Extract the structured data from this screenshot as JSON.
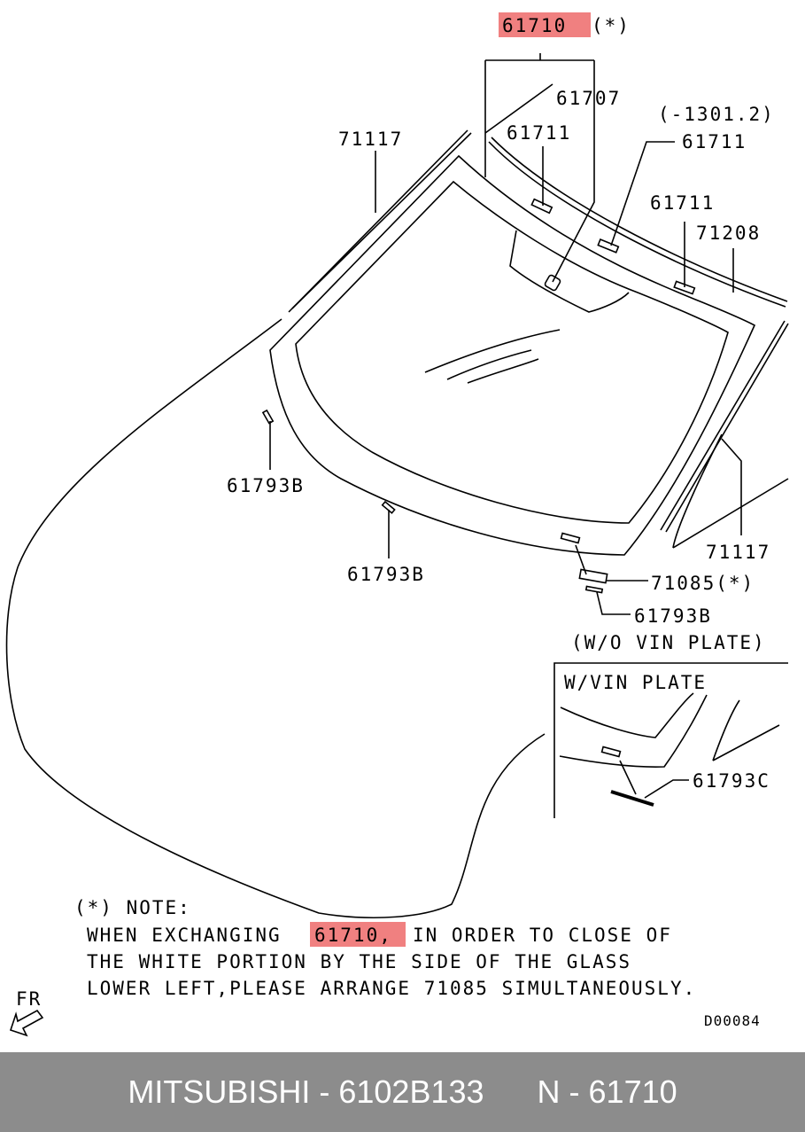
{
  "diagram": {
    "labels": {
      "main_part": "61710",
      "main_mark": "(*)",
      "l_61707": "61707",
      "l_1301": "(-1301.2)",
      "l_61711_a": "61711",
      "l_61711_b": "61711",
      "l_61711_c": "61711",
      "l_71117_top": "71117",
      "l_71208": "71208",
      "l_61793B_a": "61793B",
      "l_61793B_b": "61793B",
      "l_71117_right": "71117",
      "l_71085": "71085(*)",
      "l_61793B_c": "61793B",
      "wo_vin": "(W/O VIN PLATE)",
      "w_vin": "W/VIN PLATE",
      "l_61793C": "61793C",
      "fr": "FR",
      "code": "D00084"
    },
    "note": {
      "header": "(*) NOTE:",
      "line1_before": "WHEN EXCHANGING",
      "line1_part": "61710,",
      "line1_after": "IN ORDER TO CLOSE OF",
      "line2": "THE WHITE PORTION BY THE SIDE OF THE GLASS",
      "line3": "LOWER LEFT,PLEASE ARRANGE 71085 SIMULTANEOUSLY."
    },
    "highlight_color": "#f08080"
  },
  "footer": {
    "brand": "MITSUBISHI",
    "part_number": "6102B133",
    "ref": "N - 61710"
  }
}
